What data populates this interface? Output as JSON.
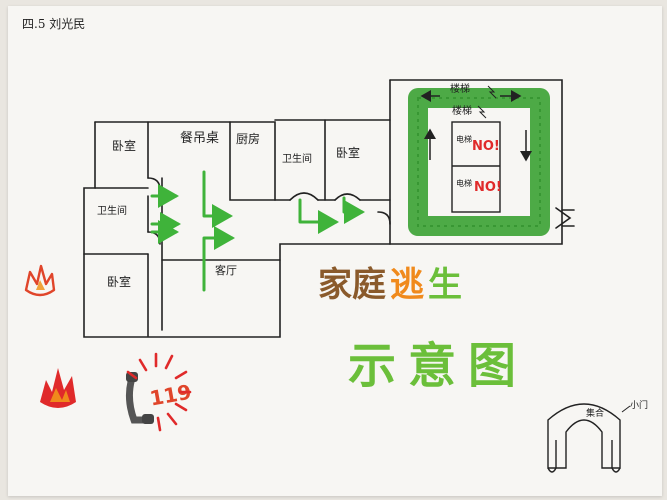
{
  "header": {
    "author_note": "四.5 刘光民"
  },
  "floor_plan": {
    "rooms": {
      "bedroom_top": "卧室",
      "dining": "餐吊桌",
      "kitchen": "厨房",
      "bathroom_right": "卫生间",
      "bedroom_right": "卧室",
      "bathroom_left": "卫生间",
      "bedroom_bottom": "卧室",
      "living": "客厅"
    },
    "stairwell": {
      "stairs_label_1": "楼梯",
      "stairs_label_2": "楼梯",
      "elevator_label": "电梯",
      "no_sign_1": "NO!",
      "no_sign_2": "NO!"
    }
  },
  "title": {
    "part1": "家庭",
    "part2": "逃",
    "part3": "生",
    "line2": "示意图"
  },
  "emergency": {
    "number": "119"
  },
  "assembly": {
    "label_left": "集合",
    "label_right": "小门"
  },
  "colors": {
    "ink": "#222222",
    "arrow_green": "#3fb33a",
    "stair_green": "#3aa233",
    "no_red": "#e02a2a",
    "title_brown": "#8a5a2b",
    "title_orange": "#f08a1c",
    "title_green": "#6bbf3a"
  }
}
